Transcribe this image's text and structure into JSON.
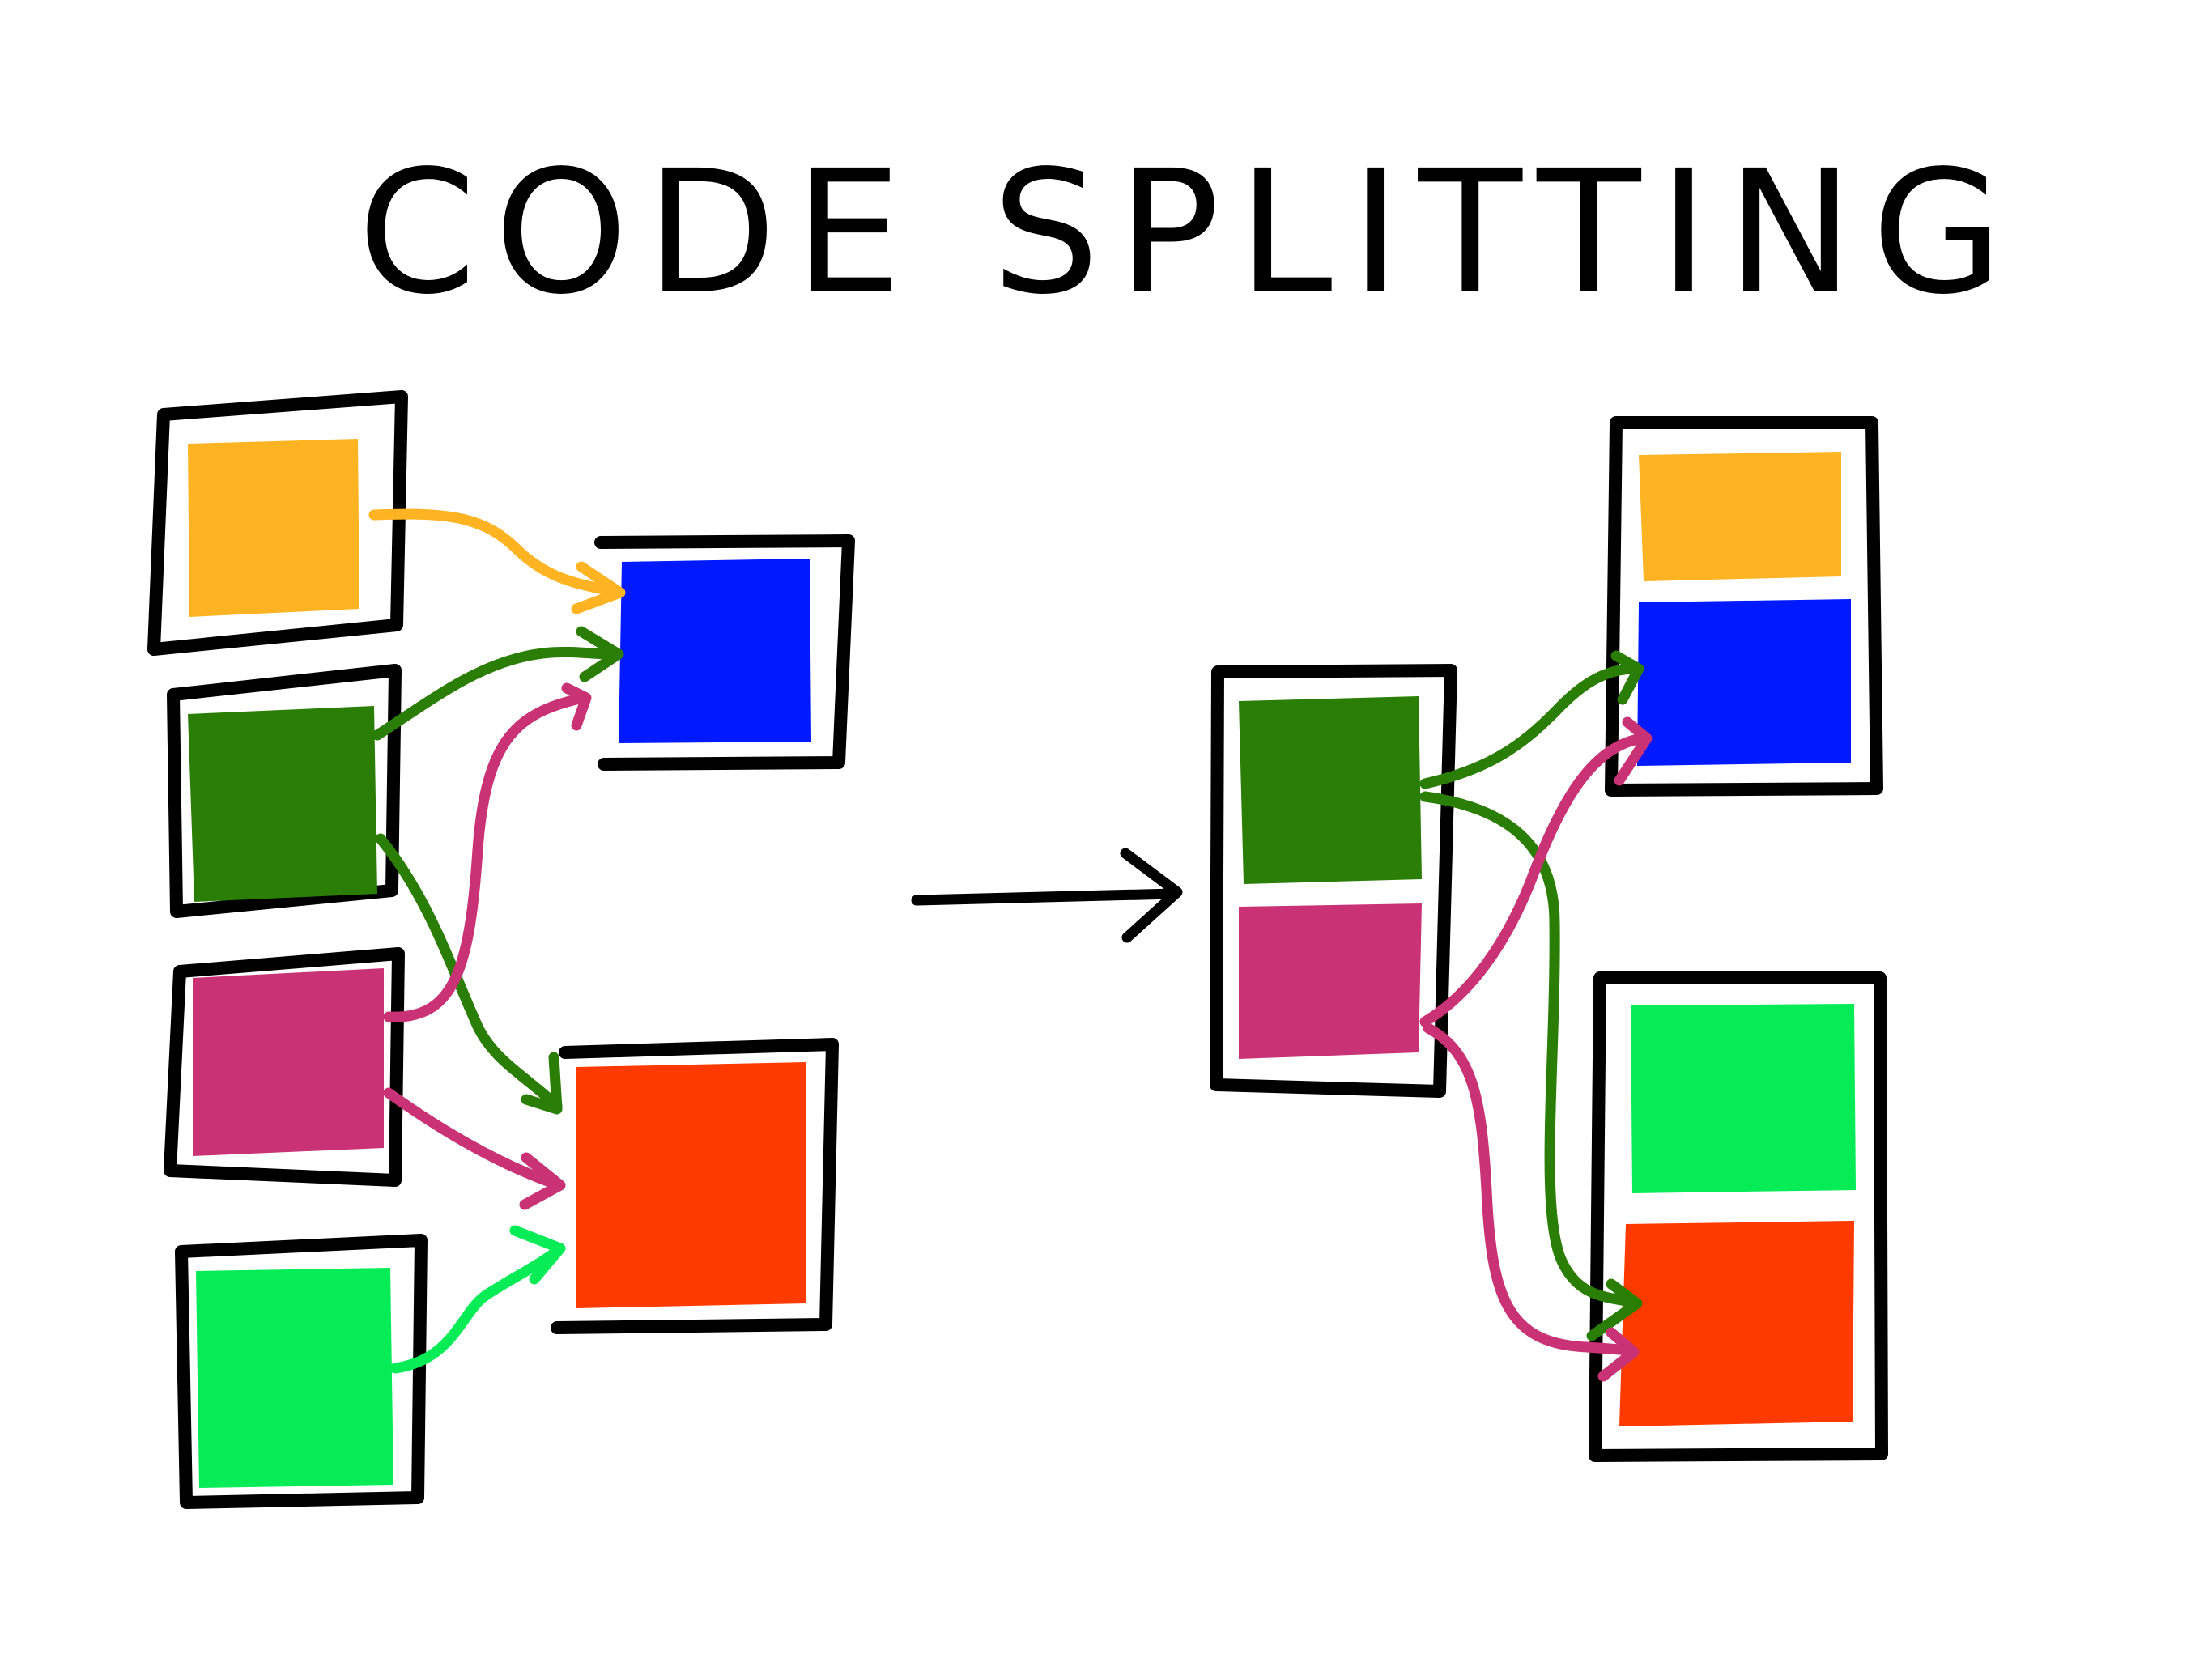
{
  "title": "CODE SPLITTING",
  "colors": {
    "yellow": "#fdb322",
    "dark_green": "#2a7e05",
    "magenta": "#c93275",
    "light_green": "#05ec57",
    "blue": "#0019ff",
    "red_orange": "#ff3a00",
    "ink": "#000000",
    "background": "#ffffff"
  },
  "modules": {
    "before": [
      "yellow",
      "dark_green",
      "magenta",
      "light_green"
    ],
    "before_targets": [
      "blue",
      "red_orange"
    ],
    "after_source_chunk": [
      "dark_green",
      "magenta"
    ],
    "after_chunk_1": [
      "yellow",
      "blue"
    ],
    "after_chunk_2": [
      "light_green",
      "red_orange"
    ]
  }
}
